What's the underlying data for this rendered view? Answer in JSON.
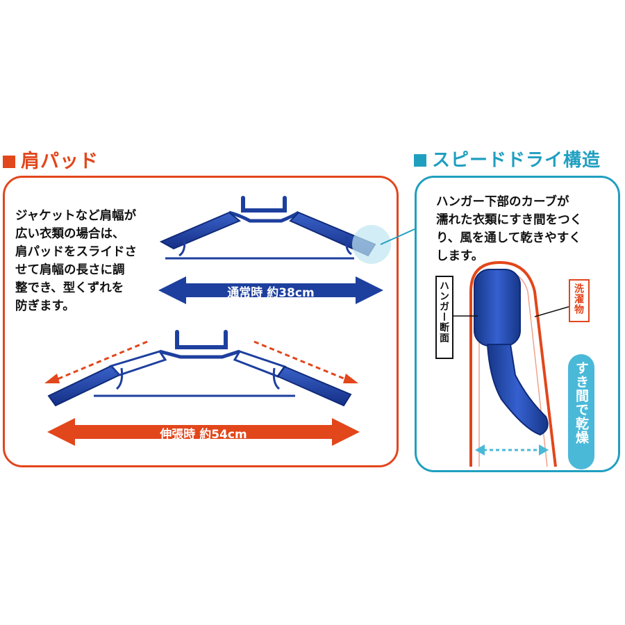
{
  "left": {
    "heading": "肩パッド",
    "description": "ジャケットなど肩幅が\n広い衣類の場合は、\n肩パッドをスライドさ\nせて肩幅の長さに調\n整でき、型くずれを\n防ぎます。",
    "normal_label": "通常時 約38cm",
    "extended_label": "伸張時 約54cm"
  },
  "right": {
    "heading": "スピードドライ構造",
    "description": "ハンガー下部のカーブが\n濡れた衣類にすき間をつく\nり、風を通して乾きやすく\nします。",
    "cross_section_label": "ハンガー断面",
    "laundry_label": "洗濯物",
    "gap_label": "すき間で乾燥"
  },
  "colors": {
    "orange": "#e2461b",
    "teal": "#1f9fc0",
    "navy": "#1d3f9e",
    "light_blue": "#bfe6f2"
  }
}
